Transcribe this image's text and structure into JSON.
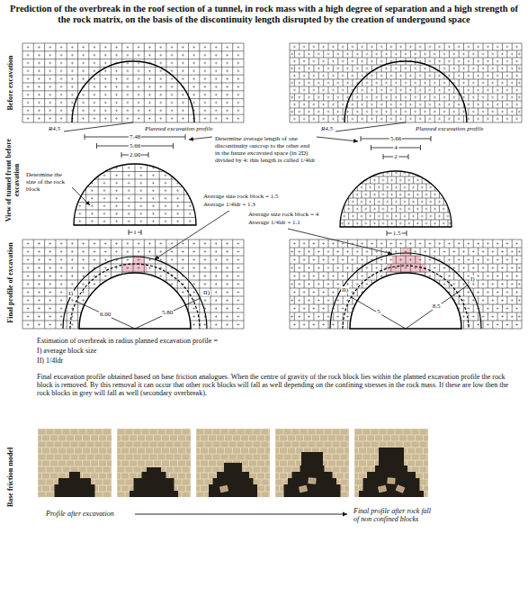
{
  "diagram": {
    "title": "Prediction of the overbreak in the roof section of a tunnel, in rock mass with a high degree of separation and a high strength of the rock matrix, on the basis of the discontinuity length disrupted by the creation of undergound space",
    "labels": [
      "Before excavation",
      "View of tunnel front before excavation",
      "Final profile of excavation",
      "Base friction model",
      "R4.5",
      "Planned excavation profile",
      "R4.5",
      "Planned excavation profile",
      "7.48",
      "5.66",
      "2.00",
      "Determine the size of the rock block",
      "1",
      "Determine average length of one discontinuity outcrop to the other end in the future excavated space (in 2D) divided by 4: this length is called 1/4ldr",
      "Average size rock block = 1.5",
      "Average 1/4ldr = 1.3",
      "5.66",
      "4",
      "2",
      "Average size rock block = 4",
      "Average 1/4ldr = 1.1",
      "1.5",
      "I)",
      "6.00",
      "II)",
      "5.80",
      "II)",
      "5",
      "I)",
      "8.5",
      "Estimation of overbreak in radius planned excavation profile =",
      "I) average block size",
      "II) 1/4ldr",
      "Final excavation profile obtained based on base friction analogues. When the centre of gravity of the rock block lies within the planned excavation profile the rock block is removed. By this removal it can occur that other rock blocks will fall as well depending on the confining stresses in the rock mass. If these are low then the rock blocks in grey will fall as well (secondary overbreak).",
      "Profile after excavation",
      "Final profile after rock fall of non confined blocks"
    ]
  }
}
